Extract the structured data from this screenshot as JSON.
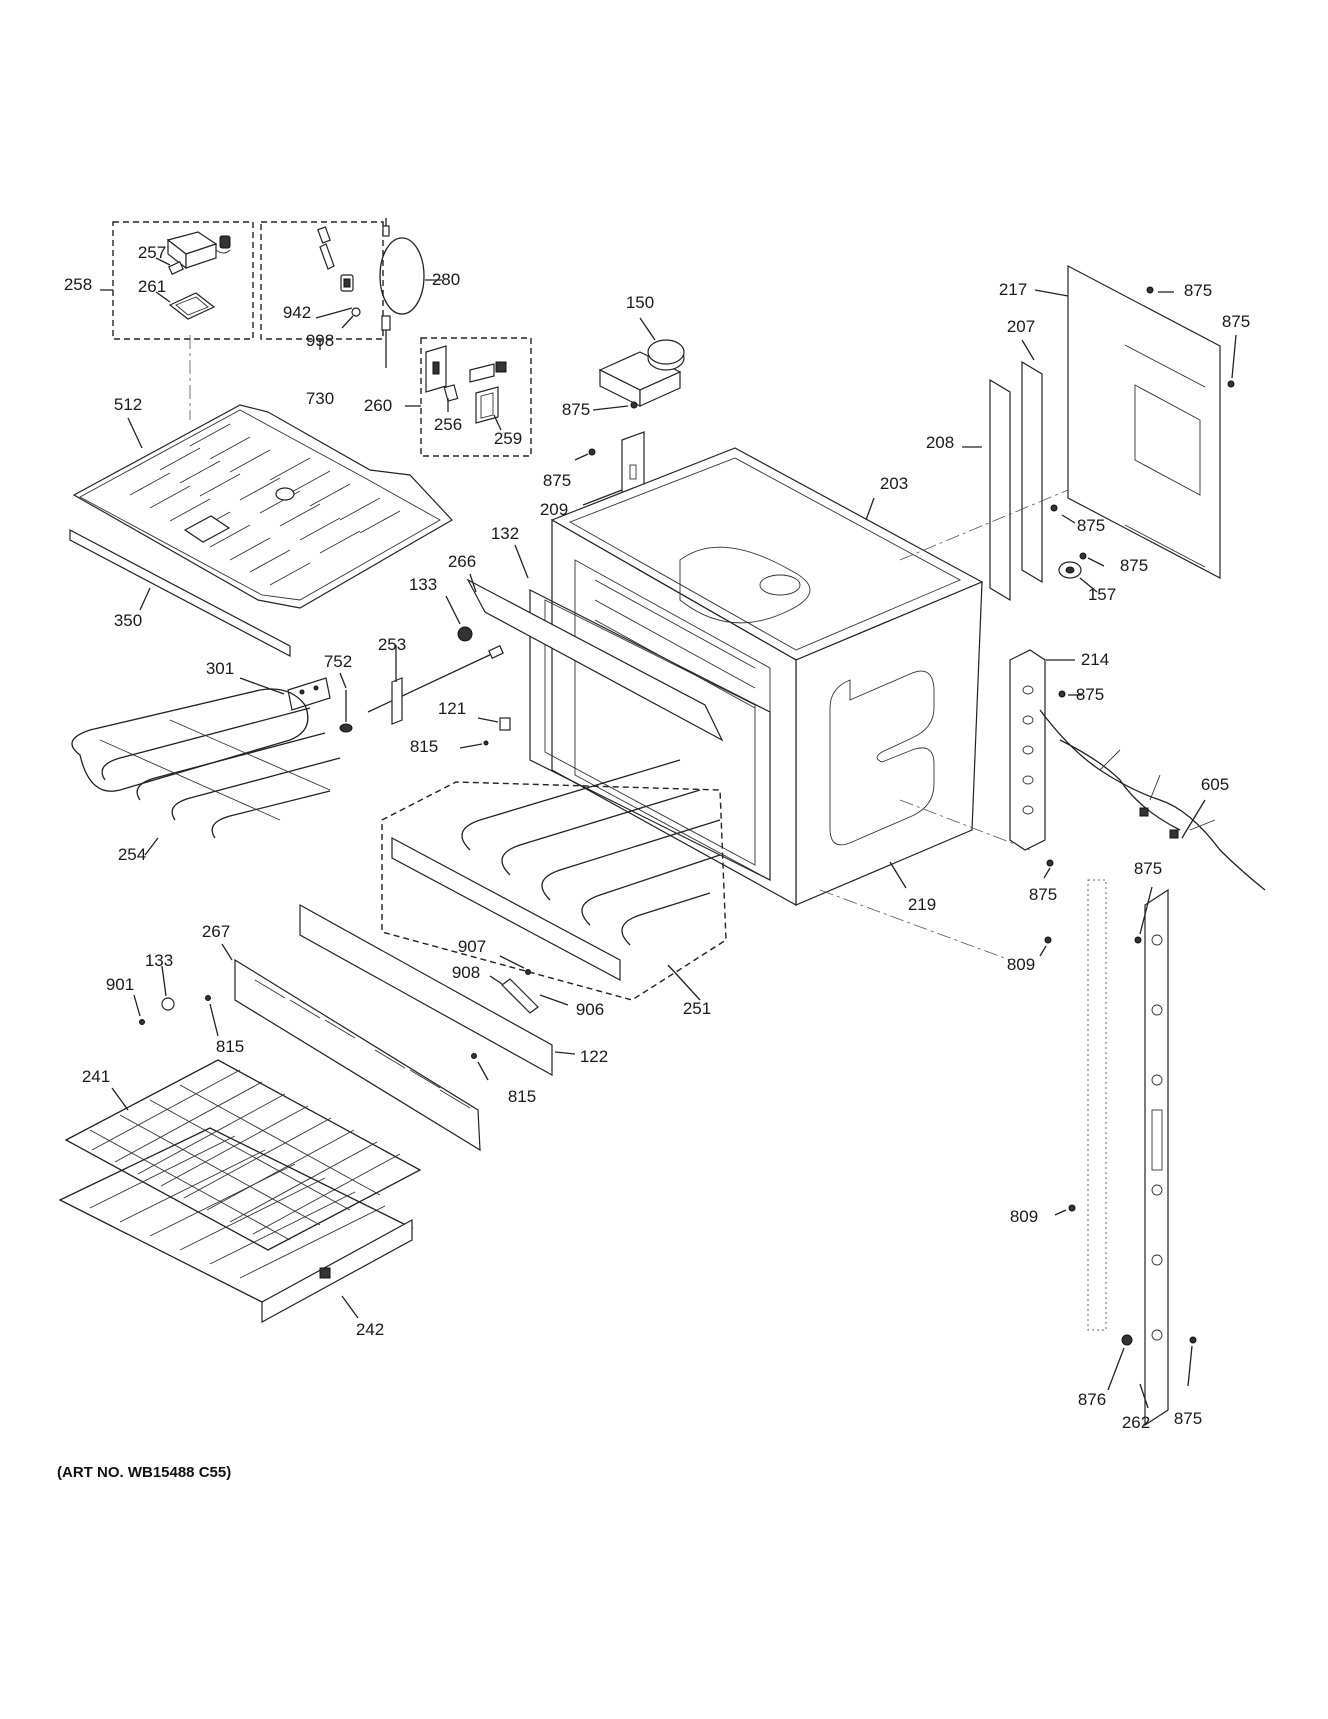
{
  "art_number": "(ART NO. WB15488 C55)",
  "labels": [
    {
      "id": "257",
      "text": "257"
    },
    {
      "id": "258",
      "text": "258"
    },
    {
      "id": "261",
      "text": "261"
    },
    {
      "id": "942",
      "text": "942"
    },
    {
      "id": "998",
      "text": "998"
    },
    {
      "id": "730",
      "text": "730"
    },
    {
      "id": "280",
      "text": "280"
    },
    {
      "id": "260",
      "text": "260"
    },
    {
      "id": "256",
      "text": "256"
    },
    {
      "id": "259",
      "text": "259"
    },
    {
      "id": "150",
      "text": "150"
    },
    {
      "id": "875a",
      "text": "875"
    },
    {
      "id": "875b",
      "text": "875"
    },
    {
      "id": "209",
      "text": "209"
    },
    {
      "id": "217",
      "text": "217"
    },
    {
      "id": "875c",
      "text": "875"
    },
    {
      "id": "875d",
      "text": "875"
    },
    {
      "id": "207",
      "text": "207"
    },
    {
      "id": "208",
      "text": "208"
    },
    {
      "id": "203",
      "text": "203"
    },
    {
      "id": "875e",
      "text": "875"
    },
    {
      "id": "875f",
      "text": "875"
    },
    {
      "id": "157",
      "text": "157"
    },
    {
      "id": "512",
      "text": "512"
    },
    {
      "id": "132",
      "text": "132"
    },
    {
      "id": "266",
      "text": "266"
    },
    {
      "id": "133a",
      "text": "133"
    },
    {
      "id": "350",
      "text": "350"
    },
    {
      "id": "253",
      "text": "253"
    },
    {
      "id": "301",
      "text": "301"
    },
    {
      "id": "752",
      "text": "752"
    },
    {
      "id": "121",
      "text": "121"
    },
    {
      "id": "815a",
      "text": "815"
    },
    {
      "id": "214",
      "text": "214"
    },
    {
      "id": "875g",
      "text": "875"
    },
    {
      "id": "605",
      "text": "605"
    },
    {
      "id": "254",
      "text": "254"
    },
    {
      "id": "875h",
      "text": "875"
    },
    {
      "id": "875i",
      "text": "875"
    },
    {
      "id": "219",
      "text": "219"
    },
    {
      "id": "267",
      "text": "267"
    },
    {
      "id": "907",
      "text": "907"
    },
    {
      "id": "133b",
      "text": "133"
    },
    {
      "id": "809a",
      "text": "809"
    },
    {
      "id": "908",
      "text": "908"
    },
    {
      "id": "901",
      "text": "901"
    },
    {
      "id": "906",
      "text": "906"
    },
    {
      "id": "251",
      "text": "251"
    },
    {
      "id": "815b",
      "text": "815"
    },
    {
      "id": "122",
      "text": "122"
    },
    {
      "id": "241",
      "text": "241"
    },
    {
      "id": "815c",
      "text": "815"
    },
    {
      "id": "809b",
      "text": "809"
    },
    {
      "id": "242",
      "text": "242"
    },
    {
      "id": "876",
      "text": "876"
    },
    {
      "id": "875j",
      "text": "875"
    },
    {
      "id": "262",
      "text": "262"
    }
  ]
}
